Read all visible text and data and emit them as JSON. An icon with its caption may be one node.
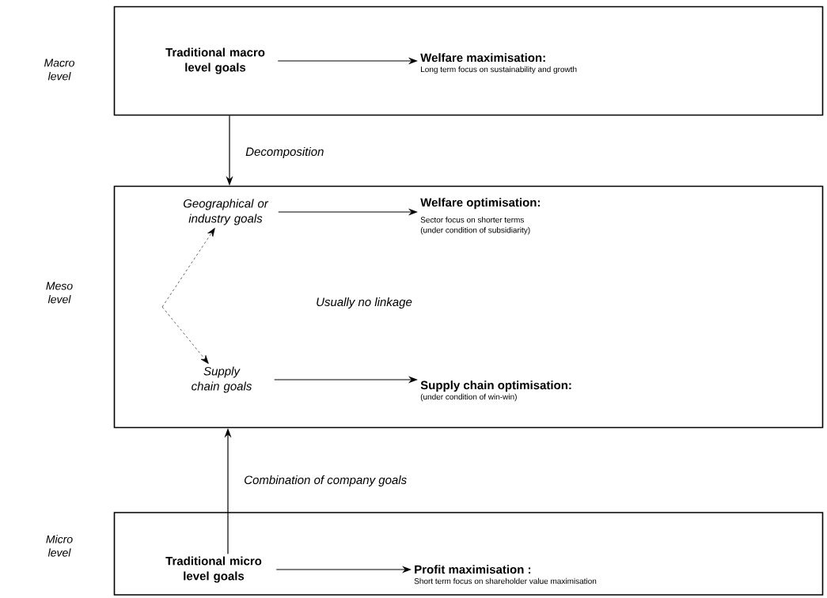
{
  "diagram": {
    "nodes": [
      {
        "text": [
          "Macro level"
        ]
      },
      {
        "text": [
          "Traditional macro level goals"
        ],
        "in": 0
      },
      {
        "text": [
          "Welfare maximisation:",
          "Long term focus on sustainability and growth"
        ],
        "in": 0
      },
      {
        "text": [
          "Meso level"
        ]
      },
      {
        "text": [
          "Geographical or industry goals"
        ],
        "in": 3
      },
      {
        "text": [
          "Welfare optimisation:",
          "Sector focus on shorter terms (under condition of subsidiarity)"
        ],
        "in": 3
      },
      {
        "text": [
          "Supply chain goals"
        ],
        "in": 3
      },
      {
        "text": [
          "Supply chain optimisation:",
          "(under condition of win-win)"
        ],
        "in": 3
      },
      {
        "text": [
          "Micro level"
        ]
      },
      {
        "text": [
          "Traditional micro level goals"
        ],
        "in": 8
      },
      {
        "text": [
          "Profit maximisation :",
          "Short term focus on shareholder value maximisation"
        ],
        "in": 8
      }
    ],
    "edges": [
      {
        "from": 1,
        "to": 2,
        "arrow": "to"
      },
      {
        "from": 0,
        "to": 3,
        "arrow": "to",
        "label": "Decomposition"
      },
      {
        "from": 4,
        "to": 5,
        "arrow": "to"
      },
      {
        "from": null,
        "to": 4,
        "arrow": "to",
        "style": "dashed"
      },
      {
        "from": null,
        "to": 6,
        "arrow": "to",
        "style": "dashed"
      },
      {
        "from": 6,
        "to": 7,
        "arrow": "to"
      },
      {
        "from": 9,
        "to": 3,
        "arrow": "to",
        "label": "Combination of company goals"
      },
      {
        "from": 9,
        "to": 10,
        "arrow": "to"
      }
    ],
    "labels": [
      "Usually no linkage"
    ]
  }
}
